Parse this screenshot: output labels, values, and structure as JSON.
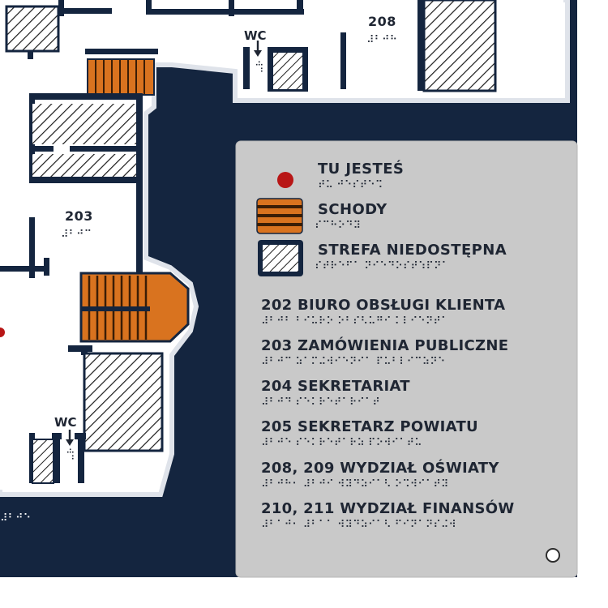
{
  "plan": {
    "room_labels": [
      {
        "id": "208",
        "text": "208",
        "braille": "⠼⠃⠚⠓"
      },
      {
        "id": "203",
        "text": "203",
        "braille": "⠼⠃⠚⠉"
      }
    ],
    "wc_labels": [
      {
        "text": "WC",
        "braille": "⠺⠉"
      },
      {
        "text": "WC",
        "braille": "⠺⠉"
      }
    ],
    "bottom_braille": "⠼⠃⠚⠑"
  },
  "legend": {
    "here": {
      "label": "TU JESTEŚ",
      "braille": "⠞⠥ ⠚⠑⠎⠞⠑⠩"
    },
    "stairs": {
      "label": "SCHODY",
      "braille": "⠎⠉⠓⠕⠙⠽"
    },
    "restricted": {
      "label": "STREFA NIEDOSTĘPNA",
      "braille": "⠎⠞⠗⠑⠋⠁ ⠝⠊⠑⠙⠕⠎⠞⠱⠏⠝⠁"
    }
  },
  "directory": [
    {
      "label": "202 BIURO OBSŁUGI KLIENTA",
      "braille": "⠼⠃⠚⠃ ⠃⠊⠥⠗⠕ ⠕⠃⠎⠣⠥⠛⠊ ⠅⠇⠊⠑⠝⠞⠁"
    },
    {
      "label": "203 ZAMÓWIENIA PUBLICZNE",
      "braille": "⠼⠃⠚⠉ ⠵⠁⠍⠬⠺⠊⠑⠝⠊⠁ ⠏⠥⠃⠇⠊⠉⠵⠝⠑"
    },
    {
      "label": "204 SEKRETARIAT",
      "braille": "⠼⠃⠚⠙ ⠎⠑⠅⠗⠑⠞⠁⠗⠊⠁⠞"
    },
    {
      "label": "205 SEKRETARZ POWIATU",
      "braille": "⠼⠃⠚⠑ ⠎⠑⠅⠗⠑⠞⠁⠗⠵ ⠏⠕⠺⠊⠁⠞⠥"
    },
    {
      "label": "208, 209 WYDZIAŁ OŚWIATY",
      "braille": "⠼⠃⠚⠓⠂ ⠼⠃⠚⠊ ⠺⠽⠙⠵⠊⠁⠣ ⠕⠩⠺⠊⠁⠞⠽"
    },
    {
      "label": "210, 211 WYDZIAŁ FINANSÓW",
      "braille": "⠼⠃⠁⠚⠂ ⠼⠃⠁⠁ ⠺⠽⠙⠵⠊⠁⠣ ⠋⠊⠝⠁⠝⠎⠬⠺"
    }
  ],
  "colors": {
    "navy": "#14253f",
    "panel": "#c9c9c9",
    "stairs_orange": "#d9731f",
    "here_red": "#b81616",
    "floor_white": "#ffffff"
  }
}
